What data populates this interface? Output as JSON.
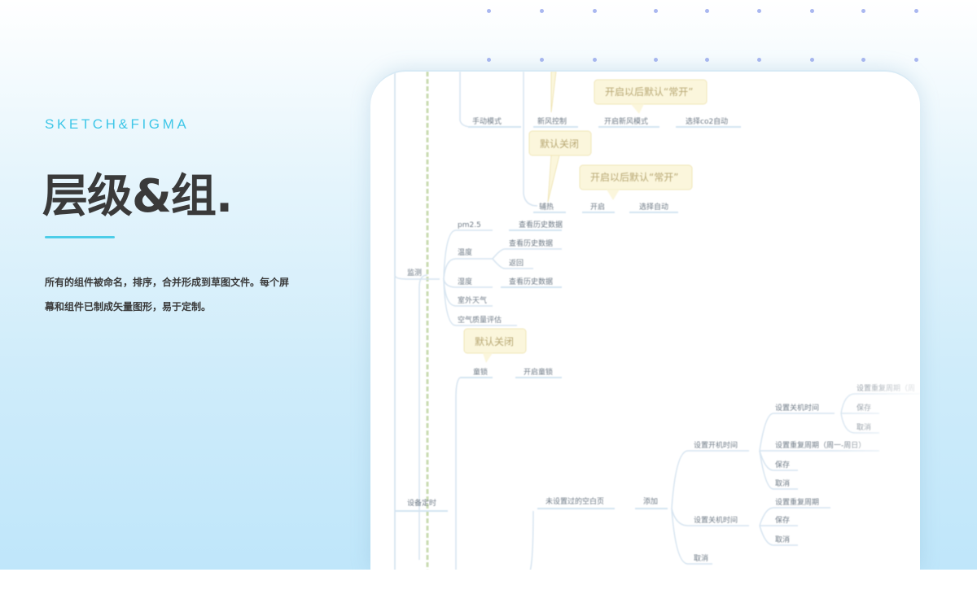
{
  "eyebrow": "SKETCH&FIGMA",
  "title": "层级&组.",
  "description": {
    "line1": "所有的组件被命名，排序，合并形成到草图文件。每个屏",
    "line2": "幕和组件已制成矢量图形，易于定制。"
  },
  "colors": {
    "accent": "#4ccde8",
    "title": "#3a3a3a",
    "dot": "#a9b7f0"
  },
  "mindmap": {
    "callouts": {
      "c1": "开启以后默认“常开”",
      "c2": "默认关闭",
      "c3": "开启以后默认“常开”",
      "c4": "默认关闭"
    },
    "nodes": {
      "manual_mode": "手动模式",
      "fresh_air": "新风控制",
      "open_fresh_air": "开启新风模式",
      "co2_auto": "选择co2自动",
      "assist_heat": "辅热",
      "open": "开启",
      "select_auto": "选择自动",
      "monitor": "监测",
      "pm25": "pm2.5",
      "pm25_history": "查看历史数据",
      "temperature": "温度",
      "temp_history": "查看历史数据",
      "temp_return": "返回",
      "humidity": "湿度",
      "humidity_history": "查看历史数据",
      "outdoor_weather": "室外天气",
      "air_quality": "空气质量评估",
      "child_lock": "童锁",
      "open_child_lock": "开启童锁",
      "device_timer": "设备定时",
      "empty_page": "未设置过的空白页",
      "add": "添加",
      "set_on_time": "设置开机时间",
      "set_off_time_a": "设置关机时间",
      "set_repeat_week_cut": "设置重复周期（周",
      "save_a": "保存",
      "cancel_a": "取消",
      "set_repeat_week": "设置重复周期（周一-周日）",
      "save_b": "保存",
      "cancel_b": "取消",
      "set_off_time_b": "设置关机时间",
      "set_repeat": "设置重复周期",
      "save_c": "保存",
      "cancel_c": "取消",
      "cancel_d": "取消"
    }
  }
}
